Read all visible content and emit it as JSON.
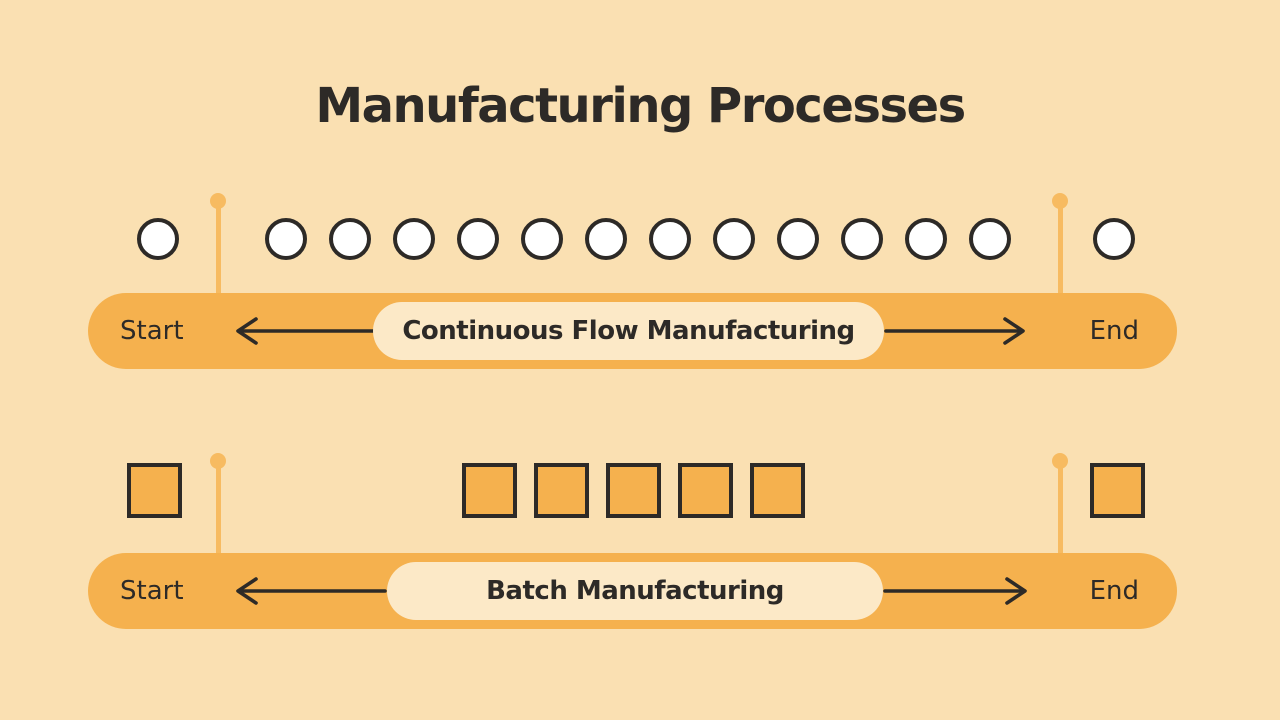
{
  "title": "Manufacturing Processes",
  "colors": {
    "background": "#FAE0B2",
    "bar": "#F5B14E",
    "marker": "#F7BB61",
    "pill": "#FCE9C7",
    "ink": "#2D2A27",
    "circle_fill": "#FFFFFF",
    "square_fill": "#F5B14E"
  },
  "rows": [
    {
      "id": "continuous-flow-manufacturing",
      "label": "Continuous Flow Manufacturing",
      "start_label": "Start",
      "end_label": "End",
      "item_shape": "circle",
      "item_counts": {
        "before_start": 1,
        "between_markers": 12,
        "after_end": 1
      }
    },
    {
      "id": "batch-manufacturing",
      "label": "Batch Manufacturing",
      "start_label": "Start",
      "end_label": "End",
      "item_shape": "square",
      "item_counts": {
        "before_start": 1,
        "between_markers": 5,
        "after_end": 1
      }
    }
  ]
}
